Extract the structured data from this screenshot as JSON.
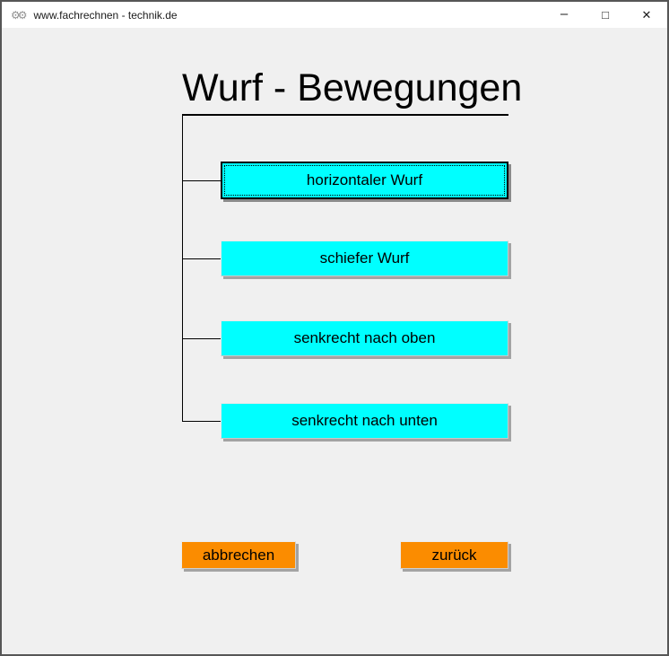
{
  "titlebar": {
    "title": "www.fachrechnen - technik.de",
    "icons": {
      "app": "⚙⚙",
      "minimize": "–",
      "maximize": "□",
      "close": "✕"
    }
  },
  "page": {
    "heading": "Wurf - Bewegungen"
  },
  "menu": {
    "items": [
      {
        "label": "horizontaler Wurf",
        "focused": true
      },
      {
        "label": "schiefer Wurf",
        "focused": false
      },
      {
        "label": "senkrecht nach oben",
        "focused": false
      },
      {
        "label": "senkrecht nach unten",
        "focused": false
      }
    ]
  },
  "footer": {
    "cancel_label": "abbrechen",
    "back_label": "zurück"
  },
  "colors": {
    "menu_button": "#00FFFF",
    "action_button": "#FB8C00",
    "window_border": "#565656",
    "content_background": "#F0F0F0",
    "titlebar_background": "#FFFFFF",
    "tree_line": "#000000"
  }
}
